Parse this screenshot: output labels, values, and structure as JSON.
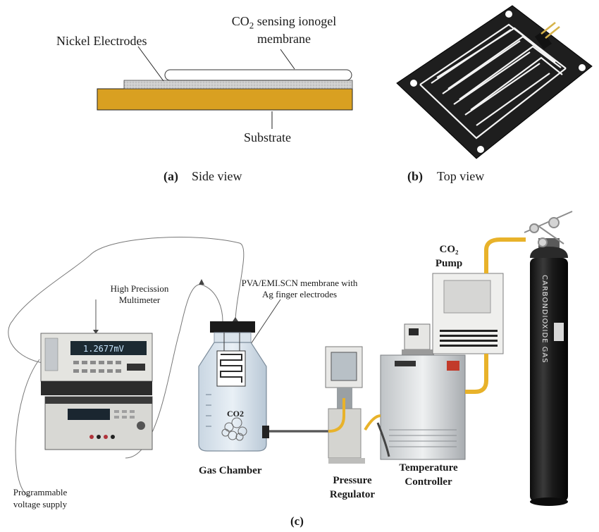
{
  "panel_a": {
    "nickel_electrodes": "Nickel Electrodes",
    "membrane_line1_pre": "CO",
    "membrane_line1_sub": "2",
    "membrane_line1_post": " sensing ionogel",
    "membrane_line2": "membrane",
    "substrate": "Substrate",
    "caption_letter": "(a)",
    "caption_text": "Side view"
  },
  "panel_b": {
    "caption_letter": "(b)",
    "caption_text": "Top view"
  },
  "panel_c": {
    "multimeter_line1": "High Precission",
    "multimeter_line2": "Multimeter",
    "multimeter_display": "1.2677mV",
    "membrane_line1": "PVA/EMI.SCN membrane with",
    "membrane_line2": "Ag finger electrodes",
    "co2_in_chamber": "CO2",
    "gas_chamber": "Gas Chamber",
    "pressure_line1": "Pressure",
    "pressure_line2": "Regulator",
    "temperature_line1": "Temperature",
    "temperature_line2": "Controller",
    "pump_line1": "CO₂",
    "pump_line2": "Pump",
    "supply_line1": "Programmable",
    "supply_line2": "voltage supply",
    "cylinder_text": "CARBONDIOXIDE GAS",
    "caption_letter": "(c)"
  },
  "colors": {
    "substrate": "#d9a021",
    "electrode": "#c8c8c8",
    "board": "#1e1e1e",
    "tube": "#e8b22a",
    "cylinder": "#1b1b1b"
  }
}
